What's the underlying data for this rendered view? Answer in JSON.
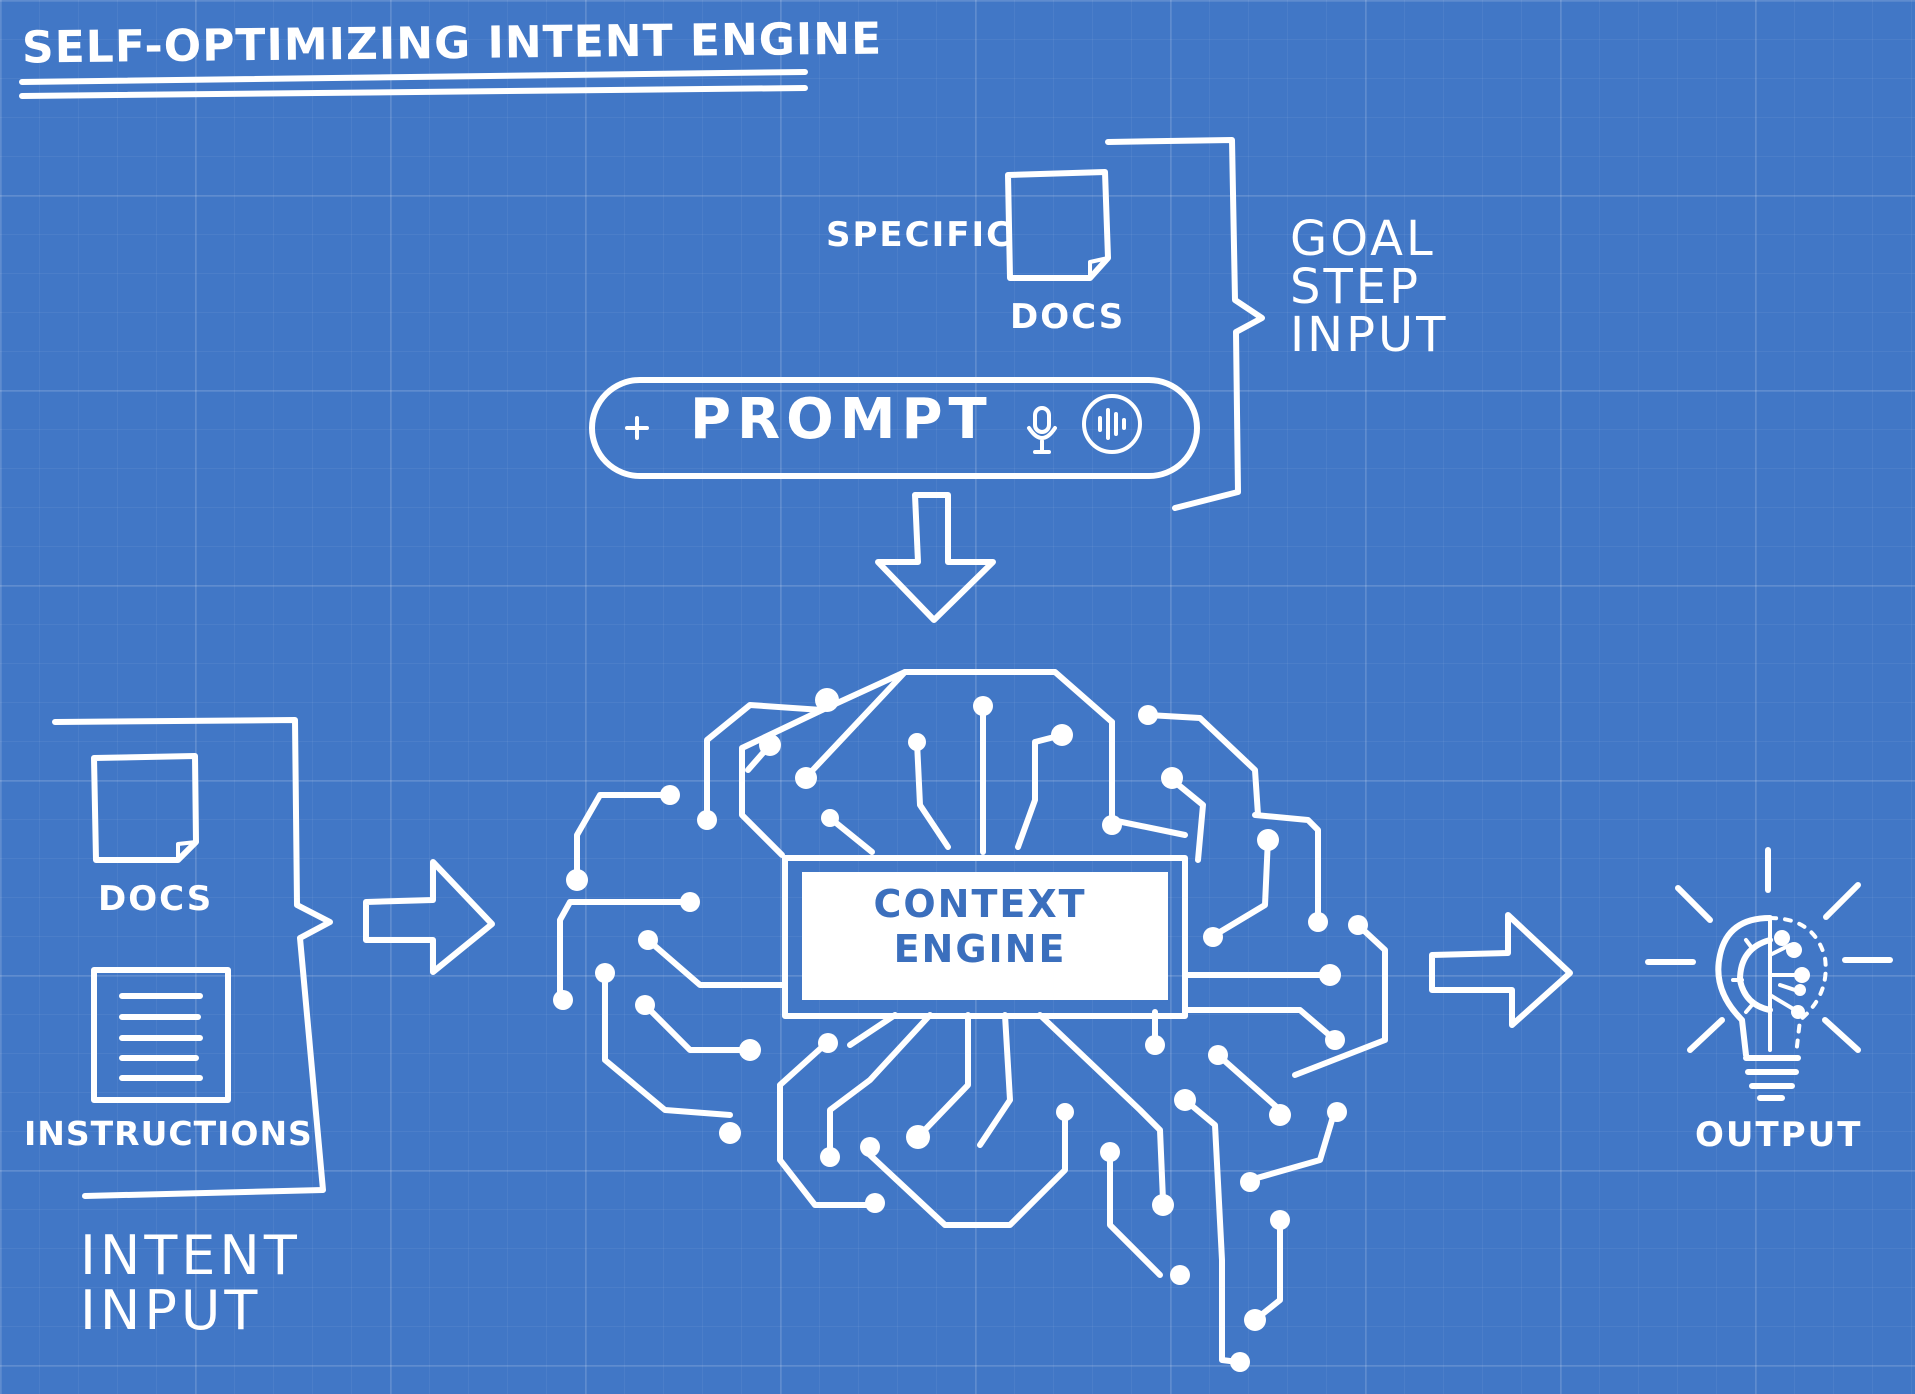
{
  "title": "SELF-OPTIMIZING INTENT ENGINE",
  "goal_step": {
    "specific_label": "SPECIFIC",
    "docs_label": "DOCS",
    "group_label_lines": [
      "GOAL",
      "STEP",
      "INPUT"
    ]
  },
  "prompt_bar": {
    "text": "PROMPT",
    "icons": [
      "plus-icon",
      "microphone-icon",
      "voice-waveform-icon"
    ]
  },
  "intent": {
    "docs_label": "DOCS",
    "instructions_label": "INSTRUCTIONS",
    "group_label_lines": [
      "INTENT",
      "INPUT"
    ]
  },
  "context_engine": {
    "label_lines": [
      "CONTEXT",
      "ENGINE"
    ],
    "icon": "circuit-brain-icon"
  },
  "output": {
    "label": "OUTPUT",
    "icon": "lightbulb-gear-circuit-icon"
  },
  "colors": {
    "background": "#4177c6",
    "ink": "#ffffff"
  }
}
